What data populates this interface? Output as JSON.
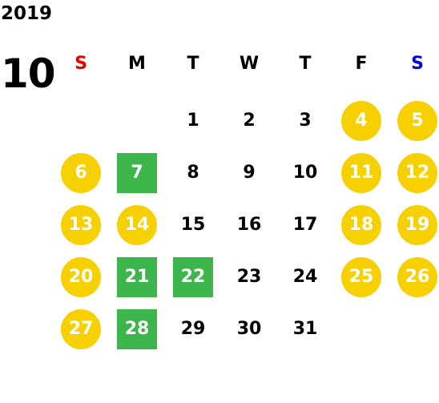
{
  "calendar": {
    "year": "2019",
    "month": "10",
    "weekdays": [
      {
        "label": "S",
        "color": "#e60000"
      },
      {
        "label": "M",
        "color": "#000000"
      },
      {
        "label": "T",
        "color": "#000000"
      },
      {
        "label": "W",
        "color": "#000000"
      },
      {
        "label": "T",
        "color": "#000000"
      },
      {
        "label": "F",
        "color": "#000000"
      },
      {
        "label": "S",
        "color": "#0000e6"
      }
    ],
    "colors": {
      "weekend_circle": "#f6d000",
      "holiday_square": "#3cb54a"
    },
    "weeks": [
      [
        {
          "day": ""
        },
        {
          "day": ""
        },
        {
          "day": "1",
          "style": "plain"
        },
        {
          "day": "2",
          "style": "plain"
        },
        {
          "day": "3",
          "style": "plain"
        },
        {
          "day": "4",
          "style": "weekend"
        },
        {
          "day": "5",
          "style": "weekend"
        }
      ],
      [
        {
          "day": "6",
          "style": "weekend"
        },
        {
          "day": "7",
          "style": "holiday"
        },
        {
          "day": "8",
          "style": "plain"
        },
        {
          "day": "9",
          "style": "plain"
        },
        {
          "day": "10",
          "style": "plain"
        },
        {
          "day": "11",
          "style": "weekend"
        },
        {
          "day": "12",
          "style": "weekend"
        }
      ],
      [
        {
          "day": "13",
          "style": "weekend"
        },
        {
          "day": "14",
          "style": "weekend"
        },
        {
          "day": "15",
          "style": "plain"
        },
        {
          "day": "16",
          "style": "plain"
        },
        {
          "day": "17",
          "style": "plain"
        },
        {
          "day": "18",
          "style": "weekend"
        },
        {
          "day": "19",
          "style": "weekend"
        }
      ],
      [
        {
          "day": "20",
          "style": "weekend"
        },
        {
          "day": "21",
          "style": "holiday"
        },
        {
          "day": "22",
          "style": "holiday"
        },
        {
          "day": "23",
          "style": "plain"
        },
        {
          "day": "24",
          "style": "plain"
        },
        {
          "day": "25",
          "style": "weekend"
        },
        {
          "day": "26",
          "style": "weekend"
        }
      ],
      [
        {
          "day": "27",
          "style": "weekend"
        },
        {
          "day": "28",
          "style": "holiday"
        },
        {
          "day": "29",
          "style": "plain"
        },
        {
          "day": "30",
          "style": "plain"
        },
        {
          "day": "31",
          "style": "plain"
        },
        {
          "day": ""
        },
        {
          "day": ""
        }
      ]
    ]
  }
}
